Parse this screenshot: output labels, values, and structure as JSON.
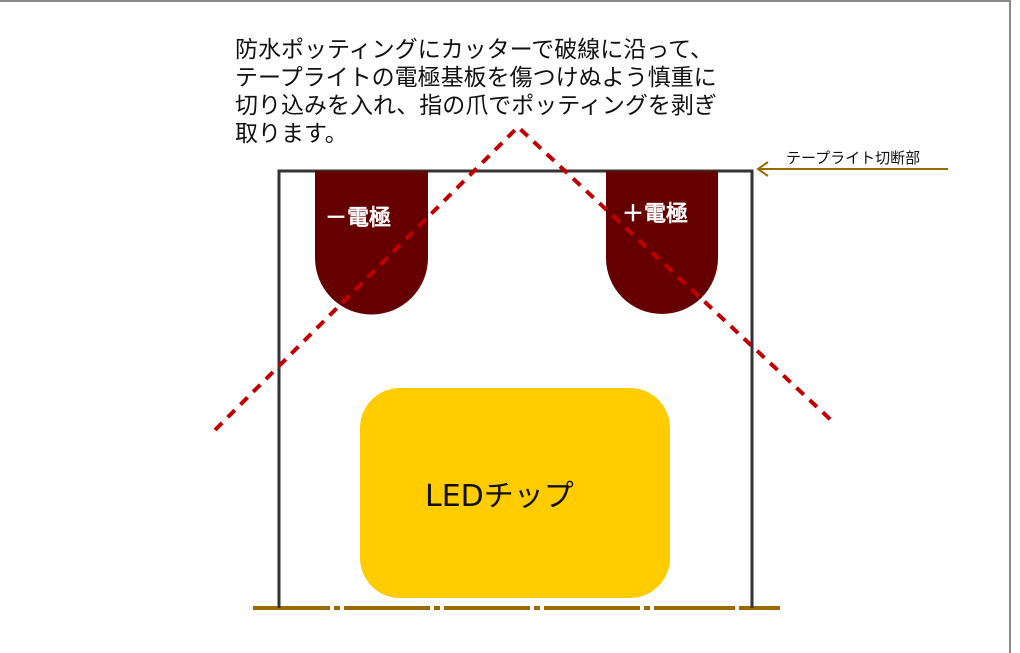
{
  "instruction": {
    "lines": [
      "防水ポッティングにカッターで破線に沿って、",
      "テープライトの電極基板を傷つけぬよう慎重に",
      "切り込みを入れ、指の爪でポッティングを剥ぎ",
      "取ります。"
    ]
  },
  "cut_label": "テープライト切断部",
  "electrodes": {
    "negative_label": "－電極",
    "positive_label": "＋電極"
  },
  "chip": {
    "label": "LEDチップ"
  },
  "colors": {
    "electrode": "#660000",
    "chip": "#ffcc00",
    "dashed_cut": "#c00000",
    "strip_base": "#9a6a00",
    "frame": "#333333",
    "callout_arrow": "#9a6a00"
  }
}
